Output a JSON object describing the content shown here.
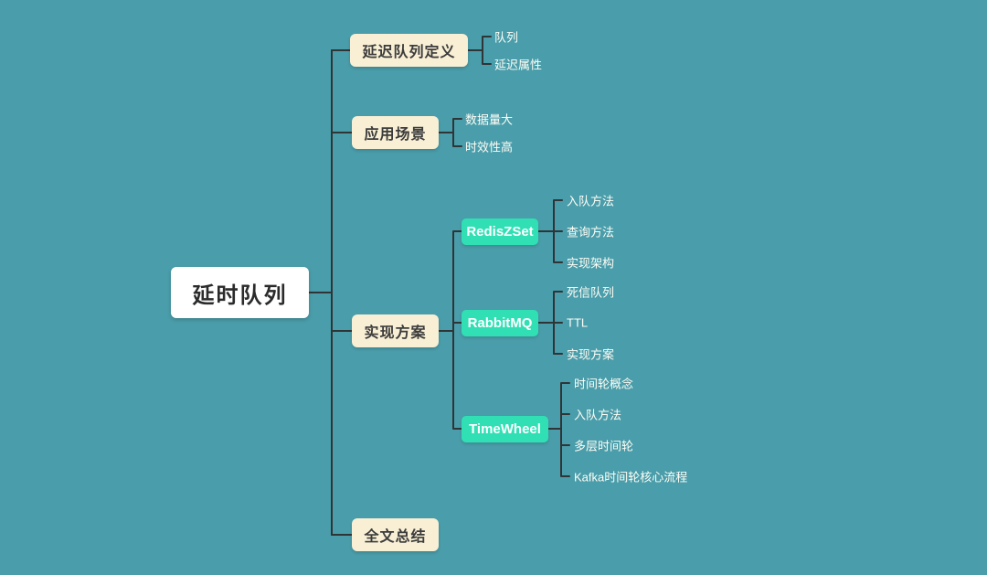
{
  "mindmap": {
    "root": {
      "label": "延时队列"
    },
    "branches": [
      {
        "label": "延迟队列定义",
        "leaves": [
          "队列",
          "延迟属性"
        ]
      },
      {
        "label": "应用场景",
        "leaves": [
          "数据量大",
          "时效性高"
        ]
      },
      {
        "label": "实现方案",
        "children": [
          {
            "label": "RedisZSet",
            "leaves": [
              "入队方法",
              "查询方法",
              "实现架构"
            ]
          },
          {
            "label": "RabbitMQ",
            "leaves": [
              "死信队列",
              "TTL",
              "实现方案"
            ]
          },
          {
            "label": "TimeWheel",
            "leaves": [
              "时间轮概念",
              "入队方法",
              "多层时间轮",
              "Kafka时间轮核心流程"
            ]
          }
        ]
      },
      {
        "label": "全文总结",
        "leaves": []
      }
    ],
    "colors": {
      "background": "#4a9daa",
      "root_box": "#ffffff",
      "branch_box": "#f8efd4",
      "child_box": "#30e0b4",
      "line": "#2f3437",
      "leaf_text": "#fdfdf6",
      "branch_text": "#3c3c3c"
    }
  }
}
